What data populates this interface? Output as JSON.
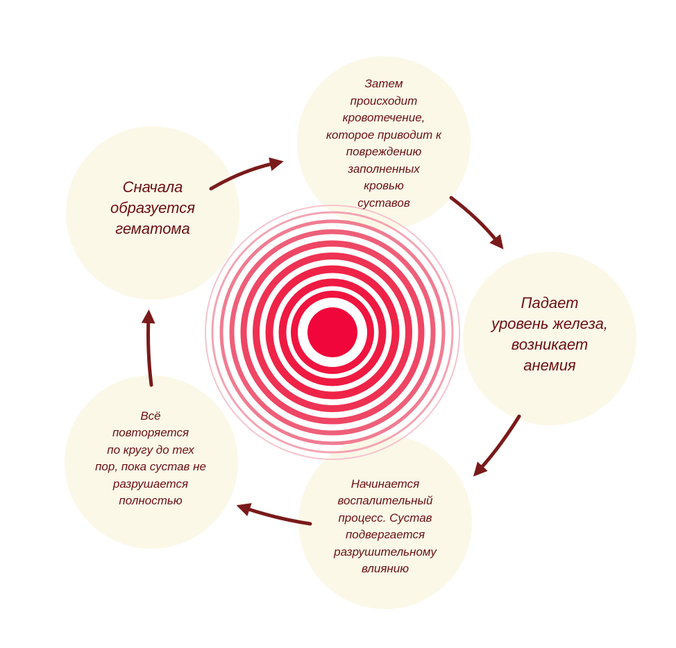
{
  "steps": [
    {
      "text": "Сначала\nобразуется\nгематома"
    },
    {
      "text": "Затем\nпроисходит\nкровотечение,\nкоторое приводит к\nповреждению\nзаполненных\nкровью\nсуставов"
    },
    {
      "text": "Падает\nуровень железа,\nвозникает\nанемия"
    },
    {
      "text": "Начинается\nвоспалительный\nпроцесс. Сустав\nподвергается\nразрушительному\nвлиянию"
    },
    {
      "text": "Всё\nповторяется\nпо кругу до тех\nпор, пока сустав не\nразрушается\nполностью"
    }
  ],
  "colors": {
    "circle_fill": "#fbf8e8",
    "text": "#6b0f12",
    "arrow": "#7a1a1a",
    "target_core": "#f0063a",
    "target_ring_inner": "#ee0d3e",
    "target_ring_outer": "#f6c3cc"
  },
  "icons": {
    "arrow": "curved-arrow-icon",
    "target": "concentric-target-icon"
  }
}
